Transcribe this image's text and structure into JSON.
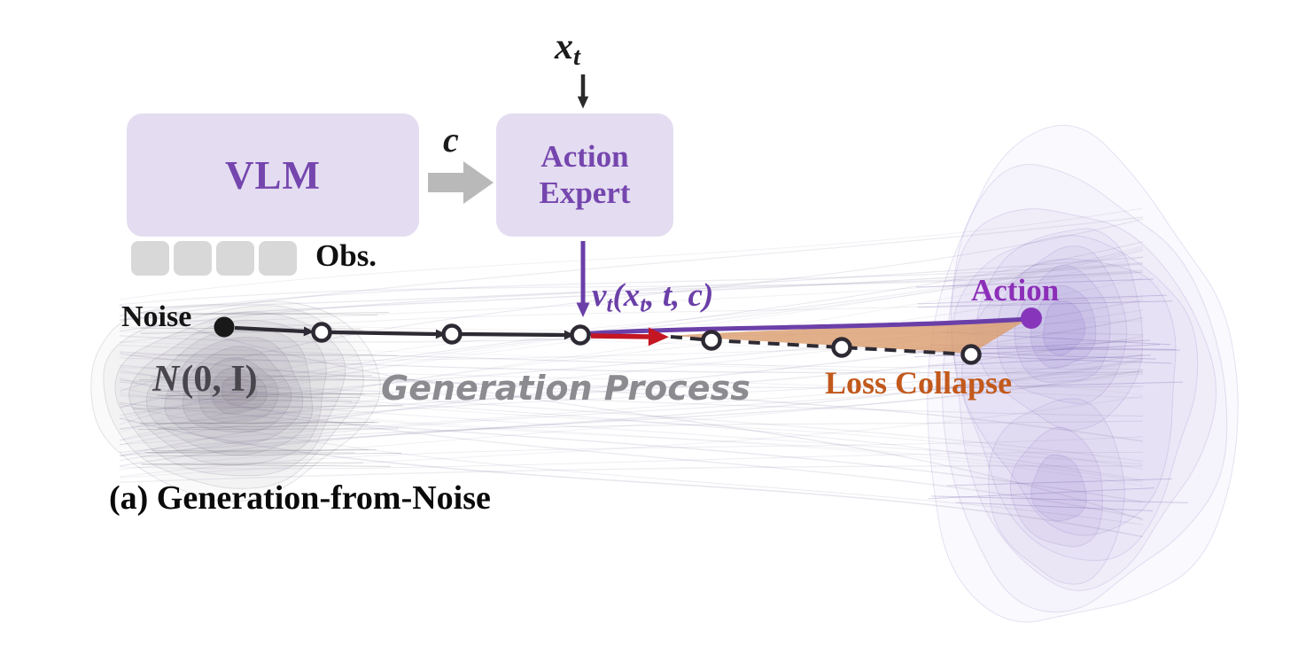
{
  "top": {
    "xt_label": "x_t"
  },
  "vlm": {
    "label": "VLM",
    "obs_label": "Obs."
  },
  "context": {
    "label": "c"
  },
  "action_expert": {
    "line1": "Action",
    "line2": "Expert"
  },
  "velocity": {
    "label": "v_t(x_t, t, c)"
  },
  "noise": {
    "label": "Noise",
    "dist_n": "N",
    "dist_args": "(0, I)"
  },
  "process": {
    "label": "Generation Process"
  },
  "collapse": {
    "label": "Loss Collapse"
  },
  "action": {
    "label": "Action"
  },
  "caption": {
    "label": "(a) Generation-from-Noise"
  },
  "colors": {
    "box_fill": "#e4ddf1",
    "box_text_purple": "#7546ae",
    "velocity_purple": "#6b3fa8",
    "action_purple": "#8736bb",
    "red_arrow": "#c51623",
    "loss_orange": "#c2591c",
    "wedge_tan": "#db9e6f",
    "trajectory_dark": "#2e2a33",
    "process_gray": "#8b8b90"
  }
}
